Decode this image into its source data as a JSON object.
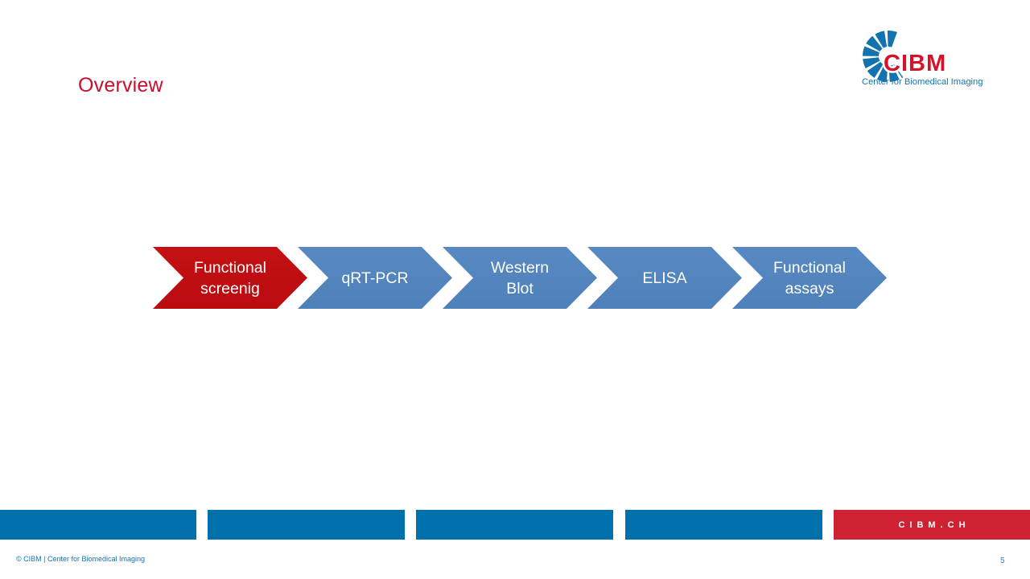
{
  "slide": {
    "title": "Overview",
    "page_number": "5"
  },
  "logo": {
    "acronym": "CIBM",
    "tagline": "Center for Biomedical Imaging",
    "blue": "#1473ae",
    "red": "#d6122b"
  },
  "flow": {
    "steps": [
      {
        "label": "Functional screenig",
        "color": "#c00d10",
        "highlighted": true
      },
      {
        "label": "qRT-PCR",
        "color": "#5284bf",
        "highlighted": false
      },
      {
        "label": "Western Blot",
        "color": "#5284bf",
        "highlighted": false
      },
      {
        "label": "ELISA",
        "color": "#5284bf",
        "highlighted": false
      },
      {
        "label": "Functional assays",
        "color": "#5284bf",
        "highlighted": false
      }
    ]
  },
  "footer": {
    "copyright": "© CIBM | Center for Biomedical Imaging",
    "cibm_ch": "CIBM.CH",
    "bar_blue": "#0070ad",
    "bar_red": "#ce2132"
  },
  "colors": {
    "title_red": "#c8102e",
    "background": "#ffffff"
  }
}
